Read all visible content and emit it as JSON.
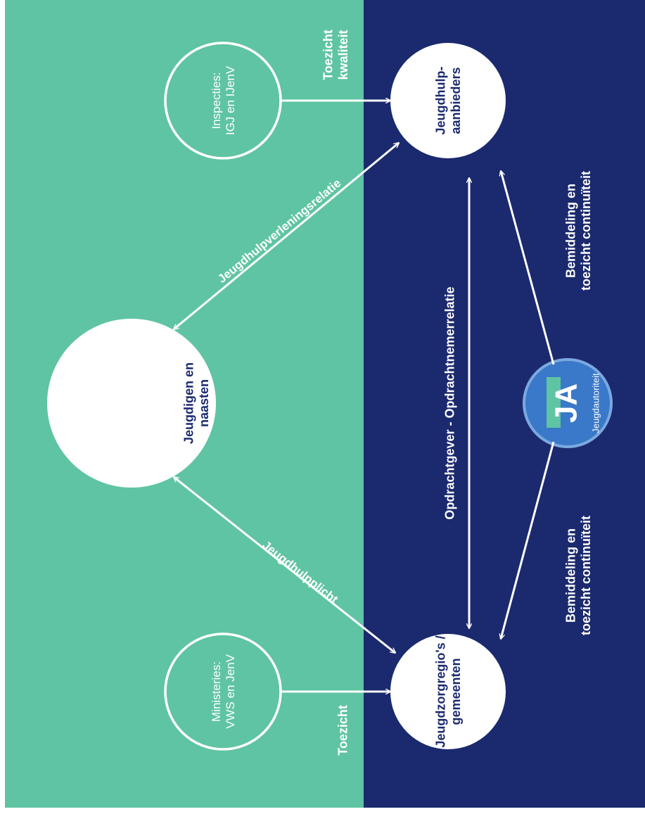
{
  "colors": {
    "teal": "#5fc4a3",
    "navy": "#1b2a6e",
    "white": "#ffffff",
    "node_text": "#1b2a6e",
    "logo_blue": "#3a78c9",
    "logo_light": "#7ba9e0",
    "logo_green": "#5fc4a3"
  },
  "nodes": {
    "ministeries": "Ministeries:\nVWS en JenV",
    "inspecties": "Inspecties:\nIGJ en IJenV",
    "jeugdzorgregios": "Jeugdzorgregio's /\ngemeenten",
    "jeugdhulpaanbieders": "Jeugdhulp-\naanbieders",
    "jeugdigen": "Jeugdigen en\nnaasten",
    "jeugdautoriteit": "Jeugdautoriteit"
  },
  "edges": {
    "toezicht": "Toezicht",
    "toezicht_kwaliteit": "Toezicht\nkwaliteit",
    "jeugdhulpplicht": "Jeugdhulpplicht",
    "jeugdhulpverleningsrelatie": "Jeugdhulpverleningsrelatie",
    "opdrachtgever": "Opdrachtgever - Opdrachtnemerrelatie",
    "bemiddeling_regio": "Bemiddeling en\ntoezicht continuïteit",
    "bemiddeling_aanbieders": "Bemiddeling en\ntoezicht continuïteit"
  },
  "logo": {
    "letters": "JA"
  }
}
